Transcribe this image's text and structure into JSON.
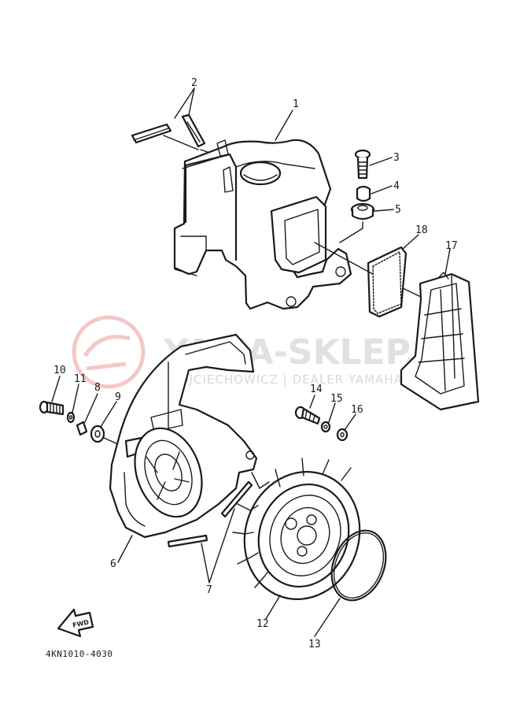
{
  "watermark": {
    "brand": "YAMA-SKLEP.PL",
    "subtitle": "WOJCIECHOWICZ | DEALER YAMAHA"
  },
  "callouts": [
    "1",
    "2",
    "3",
    "4",
    "5",
    "6",
    "7",
    "8",
    "9",
    "10",
    "11",
    "12",
    "13",
    "14",
    "15",
    "16",
    "17",
    "18"
  ],
  "fwd_label": "FWD",
  "diagram_code": "4KN1010-4030"
}
